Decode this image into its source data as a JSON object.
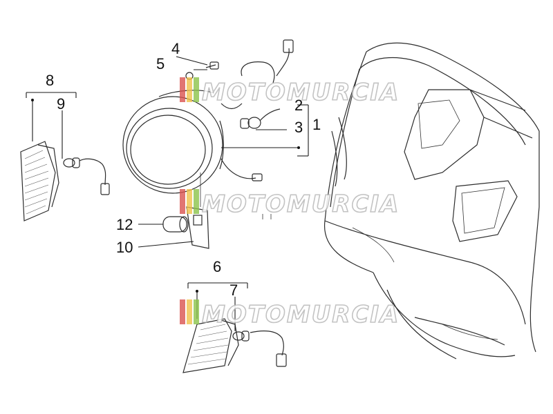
{
  "watermark": {
    "text": "MOTOMURCIA",
    "colors": [
      "#d9534f",
      "#f0c24a",
      "#8bc34a"
    ]
  },
  "callouts": {
    "c1": "1",
    "c2": "2",
    "c3": "3",
    "c4": "4",
    "c5": "5",
    "c6": "6",
    "c7": "7",
    "c8": "8",
    "c9": "9",
    "c10": "10",
    "c12": "12"
  }
}
